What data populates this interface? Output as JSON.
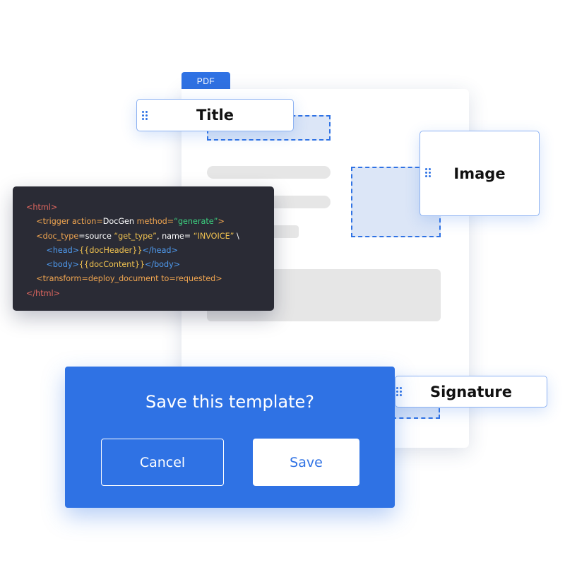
{
  "pdf": {
    "tab_label": "PDF"
  },
  "fields": {
    "title": "Title",
    "image": "Image",
    "signature": "Signature"
  },
  "code": {
    "line1": {
      "open": "<html>"
    },
    "line2": {
      "tag": "<trigger ",
      "attr": "action=",
      "val": "DocGen ",
      "attr2": "method=",
      "str": "“generate”",
      "close": ">"
    },
    "line3": {
      "tag": "<doc_type",
      "eq": "=source ",
      "str": "“get_type”",
      "mid": ", name= ",
      "str2": "“INVOICE”",
      "end": " \\"
    },
    "line4": {
      "tag": "<head>",
      "var": "{{docHeader}}",
      "close": "</head>"
    },
    "line5": {
      "tag": "<body>",
      "var": "{{docContent}}",
      "close": "</body>"
    },
    "line6": {
      "tag": "<transform",
      "rest": "=deploy_document to=requested",
      "close": ">"
    },
    "line7": {
      "close": "</html>"
    }
  },
  "dialog": {
    "title": "Save this template?",
    "cancel_label": "Cancel",
    "save_label": "Save"
  },
  "colors": {
    "accent": "#2f72e4",
    "code_bg": "#2a2b35"
  }
}
